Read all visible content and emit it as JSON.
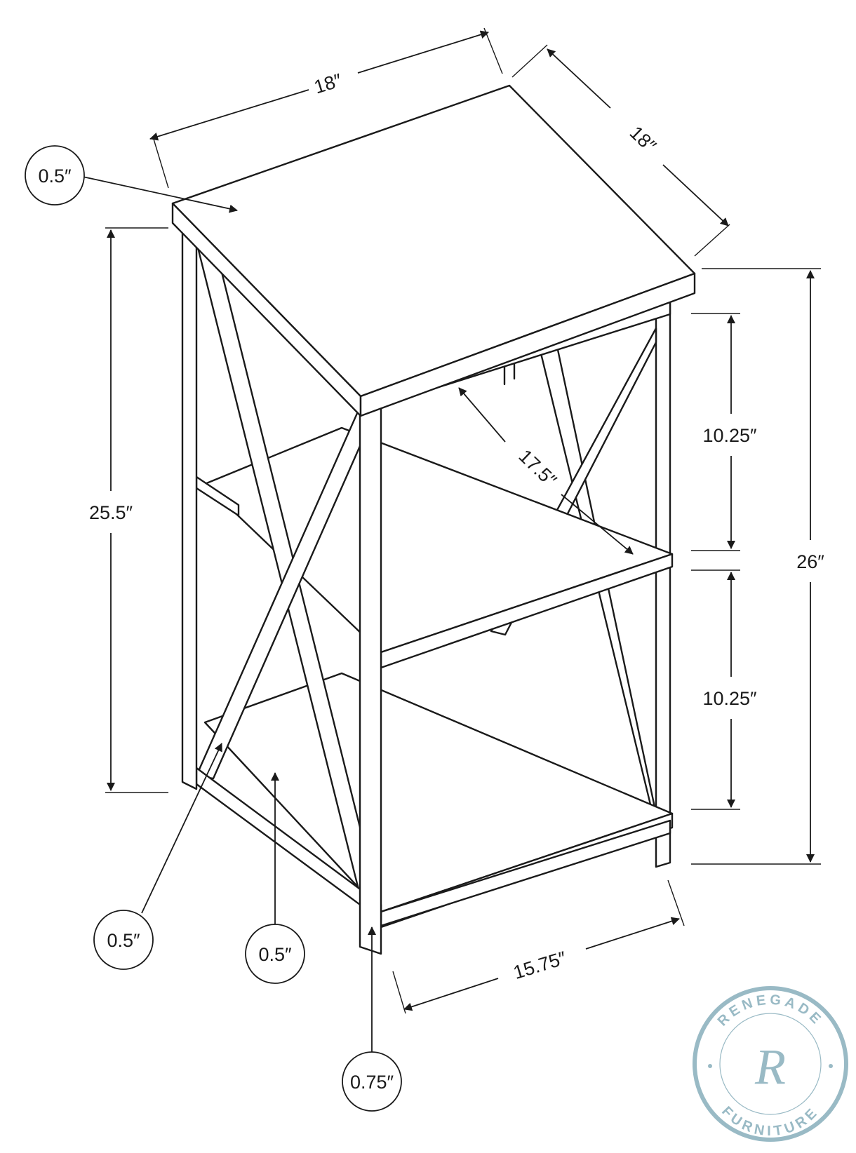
{
  "dimensions": {
    "top_width": "18″",
    "top_depth": "18″",
    "top_thickness": "0.5″",
    "frame_height": "25.5″",
    "total_height": "26″",
    "upper_spacing": "10.25″",
    "lower_spacing": "10.25″",
    "shelf_depth": "17.5″",
    "base_width": "15.75″",
    "bar_thickness": "0.5″",
    "shelf_thickness": "0.5″",
    "leg_thickness": "0.75″"
  },
  "watermark": {
    "brand_top": "RENEGADE",
    "brand_bottom": "FURNITURE",
    "monogram": "R"
  }
}
